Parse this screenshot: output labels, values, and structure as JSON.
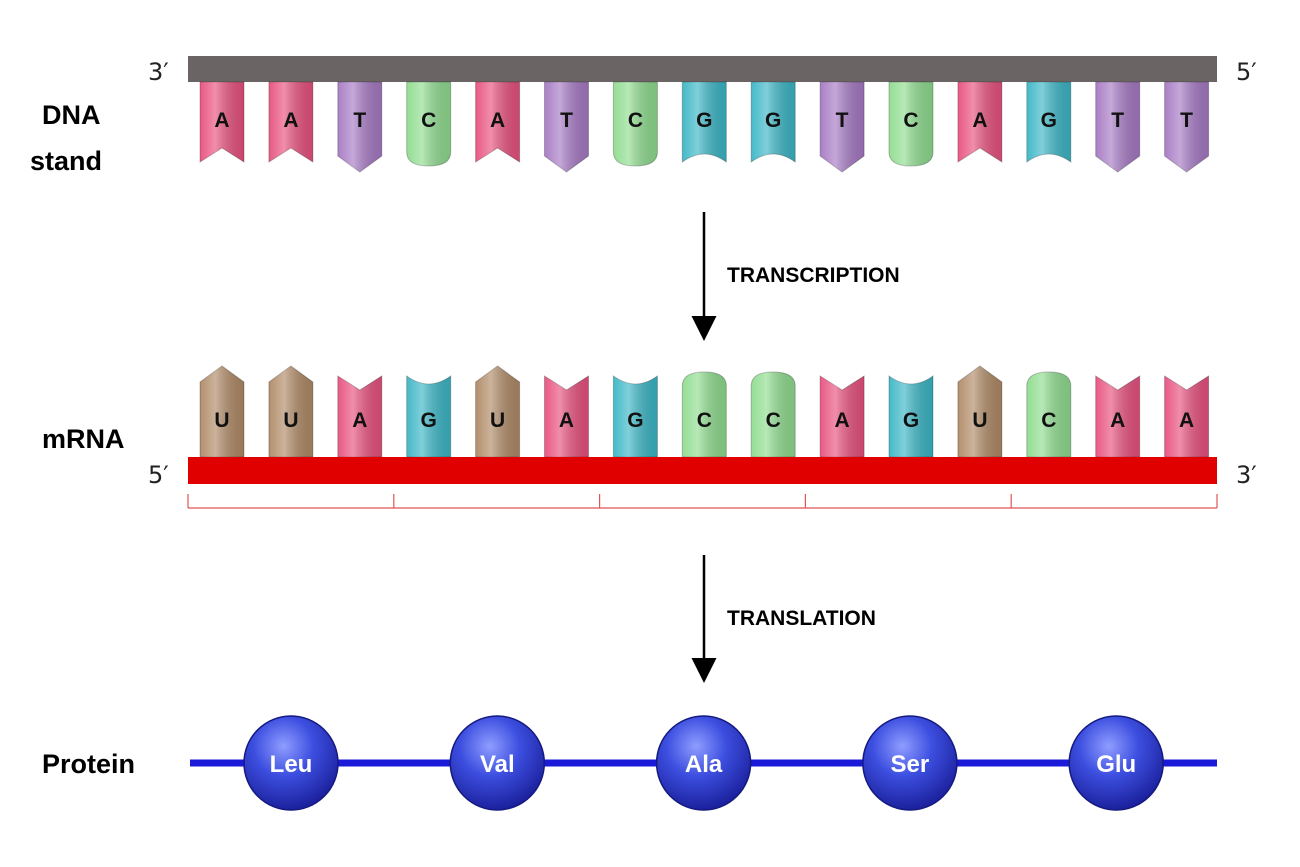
{
  "dna": {
    "label_line1": "DNA",
    "label_line2": "stand",
    "end_left": "3′",
    "end_right": "5′",
    "bases": [
      "A",
      "A",
      "T",
      "C",
      "A",
      "T",
      "C",
      "G",
      "G",
      "T",
      "C",
      "A",
      "G",
      "T",
      "T"
    ]
  },
  "steps": {
    "transcription": "TRANSCRIPTION",
    "translation": "TRANSLATION"
  },
  "mrna": {
    "label": "mRNA",
    "end_left": "5′",
    "end_right": "3′",
    "bases": [
      "U",
      "U",
      "A",
      "G",
      "U",
      "A",
      "G",
      "C",
      "C",
      "A",
      "G",
      "U",
      "C",
      "A",
      "A"
    ]
  },
  "protein": {
    "label": "Protein",
    "amino_acids": [
      "Leu",
      "Val",
      "Ala",
      "Ser",
      "Glu"
    ]
  },
  "colors": {
    "A": "#e8517f",
    "T": "#a679c4",
    "C": "#8fdc8f",
    "G": "#3bb6c6",
    "U": "#b08a66",
    "dna_backbone": "#6b6464",
    "mrna_backbone": "#e00000",
    "codon_bracket": "#e05555",
    "protein_chain": "#1a1ad8",
    "amino_acid": "#2f3fd6"
  }
}
